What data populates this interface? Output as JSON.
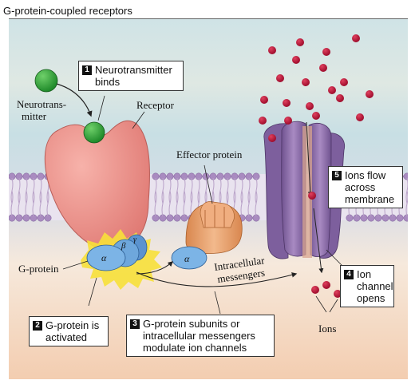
{
  "title": "G-protein-coupled receptors",
  "labels": {
    "neurotransmitter_line1": "Neurotrans-",
    "neurotransmitter_line2": "mitter",
    "receptor": "Receptor",
    "effector_protein": "Effector protein",
    "g_protein": "G-protein",
    "intracellular": "Intracellular",
    "messengers": "messengers",
    "ions": "Ions",
    "alpha": "α",
    "beta": "β",
    "gamma": "γ"
  },
  "steps": [
    {
      "num": "1",
      "text": "Neurotransmitter\nbinds"
    },
    {
      "num": "2",
      "text": "G-protein is\nactivated"
    },
    {
      "num": "3",
      "text": "G-protein subunits or\nintracellular messengers\nmodulate ion channels"
    },
    {
      "num": "4",
      "text": "Ion\nchannel\nopens"
    },
    {
      "num": "5",
      "text": "Ions flow\nacross\nmembrane"
    }
  ],
  "colors": {
    "receptor": "#f0938c",
    "neurotransmitter": "#3aa13a",
    "g_protein": "#6ea7dc",
    "effector": "#e8a272",
    "channel": "#8a6aa8",
    "ion": "#c0143c",
    "activation_burst": "#f7e03a"
  }
}
